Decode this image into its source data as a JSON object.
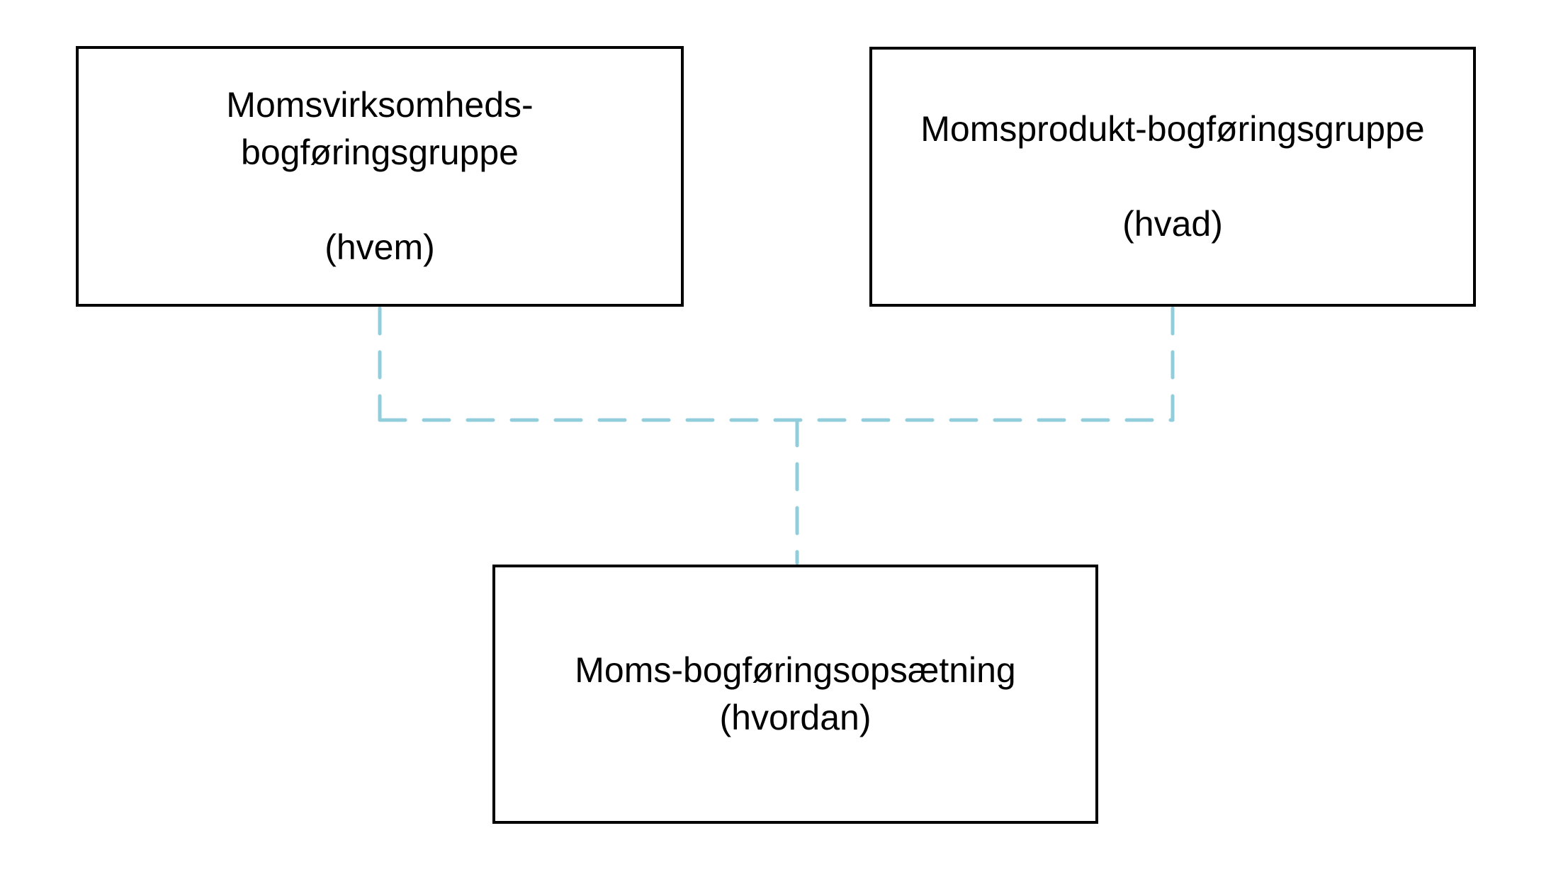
{
  "diagram": {
    "boxes": {
      "business": {
        "title_line1": "Momsvirksomheds-",
        "title_line2": "bogføringsgruppe",
        "subtitle": "(hvem)"
      },
      "product": {
        "title": "Momsprodukt-bogføringsgruppe",
        "subtitle": "(hvad)"
      },
      "setup": {
        "title": "Moms-bogføringsopsætning",
        "subtitle": "(hvordan)"
      }
    },
    "connector": {
      "color": "#92CDDC",
      "style": "dashed"
    },
    "colors": {
      "box_border": "#000000",
      "text": "#000000",
      "background": "#FFFFFF"
    }
  }
}
